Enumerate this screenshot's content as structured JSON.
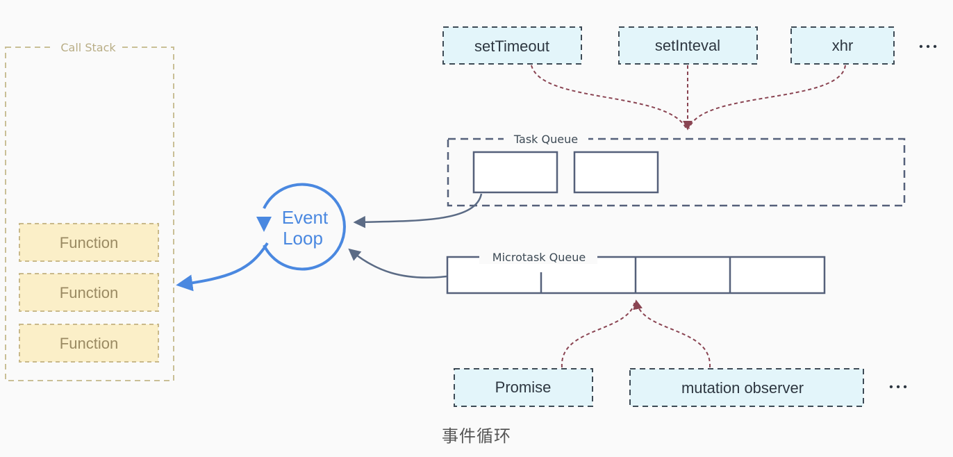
{
  "call_stack": {
    "title": "Call Stack",
    "items": [
      "Function",
      "Function",
      "Function"
    ]
  },
  "event_loop": {
    "line1": "Event",
    "line2": "Loop"
  },
  "web_apis": {
    "items": [
      "setTimeout",
      "setInteval",
      "xhr"
    ],
    "more": "• • •"
  },
  "task_queue": {
    "title": "Task Queue"
  },
  "microtask_queue": {
    "title": "Microtask Queue"
  },
  "microtask_sources": {
    "items": [
      "Promise",
      "mutation observer"
    ],
    "more": "• • •"
  },
  "caption": "事件循环",
  "colors": {
    "call_stack_border": "#c9bf96",
    "call_stack_label": "#b8ad85",
    "function_fill": "#fbefc8",
    "function_border": "#c9b98a",
    "function_text": "#9a8a62",
    "event_loop": "#4a88e0",
    "api_fill": "#e3f5fa",
    "api_border": "#3d4a55",
    "queue_border": "#55607a",
    "dashed_arrow": "#8a4452",
    "solid_arrow": "#5b6b85"
  }
}
